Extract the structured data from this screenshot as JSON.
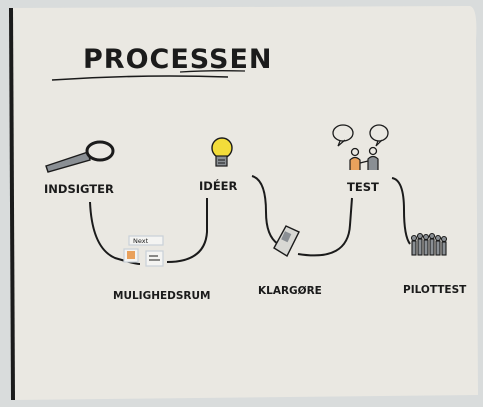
{
  "title": "PROCESSEN",
  "steps": [
    {
      "id": "indsigter",
      "label": "INDSIGTER",
      "icon": "magnifying-glass-icon"
    },
    {
      "id": "muligheds",
      "label": "MULIGHEDSRUM",
      "icon": "sticky-notes-icon"
    },
    {
      "id": "ideer",
      "label": "IDÉER",
      "icon": "lightbulb-icon"
    },
    {
      "id": "klargore",
      "label": "KLARGØRE",
      "icon": "phone-prototype-icon"
    },
    {
      "id": "test",
      "label": "TEST",
      "icon": "people-talking-icon"
    },
    {
      "id": "pilottest",
      "label": "PILOTTEST",
      "icon": "crowd-icon"
    }
  ],
  "sticky_note_text": "Next",
  "colors": {
    "paper": "#eae8e2",
    "ink": "#1b1b1b",
    "bulb": "#f2dc3a",
    "note_orange": "#e9a15c",
    "note_border": "#c9d0d8"
  }
}
